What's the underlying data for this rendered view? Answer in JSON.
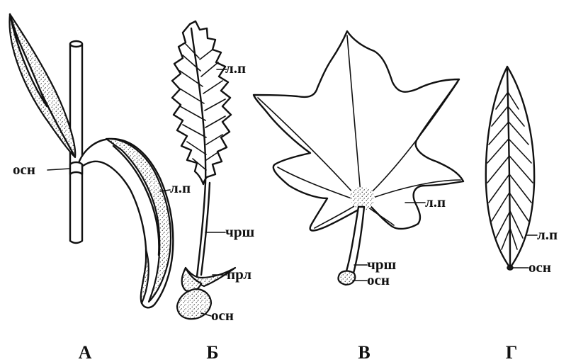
{
  "figures": [
    {
      "id": "A",
      "letter": "А",
      "labels": {
        "base": "осн",
        "blade": "л.п"
      }
    },
    {
      "id": "B",
      "letter": "Б",
      "labels": {
        "blade": "л.п",
        "petiole": "чрш",
        "stipule": "прл",
        "base": "осн"
      }
    },
    {
      "id": "V",
      "letter": "В",
      "labels": {
        "blade": "л.п",
        "petiole": "чрш",
        "base": "осн"
      }
    },
    {
      "id": "G",
      "letter": "Г",
      "labels": {
        "blade": "л.п",
        "base": "осн"
      }
    }
  ],
  "colors": {
    "ink": "#111111",
    "paper": "#ffffff"
  }
}
